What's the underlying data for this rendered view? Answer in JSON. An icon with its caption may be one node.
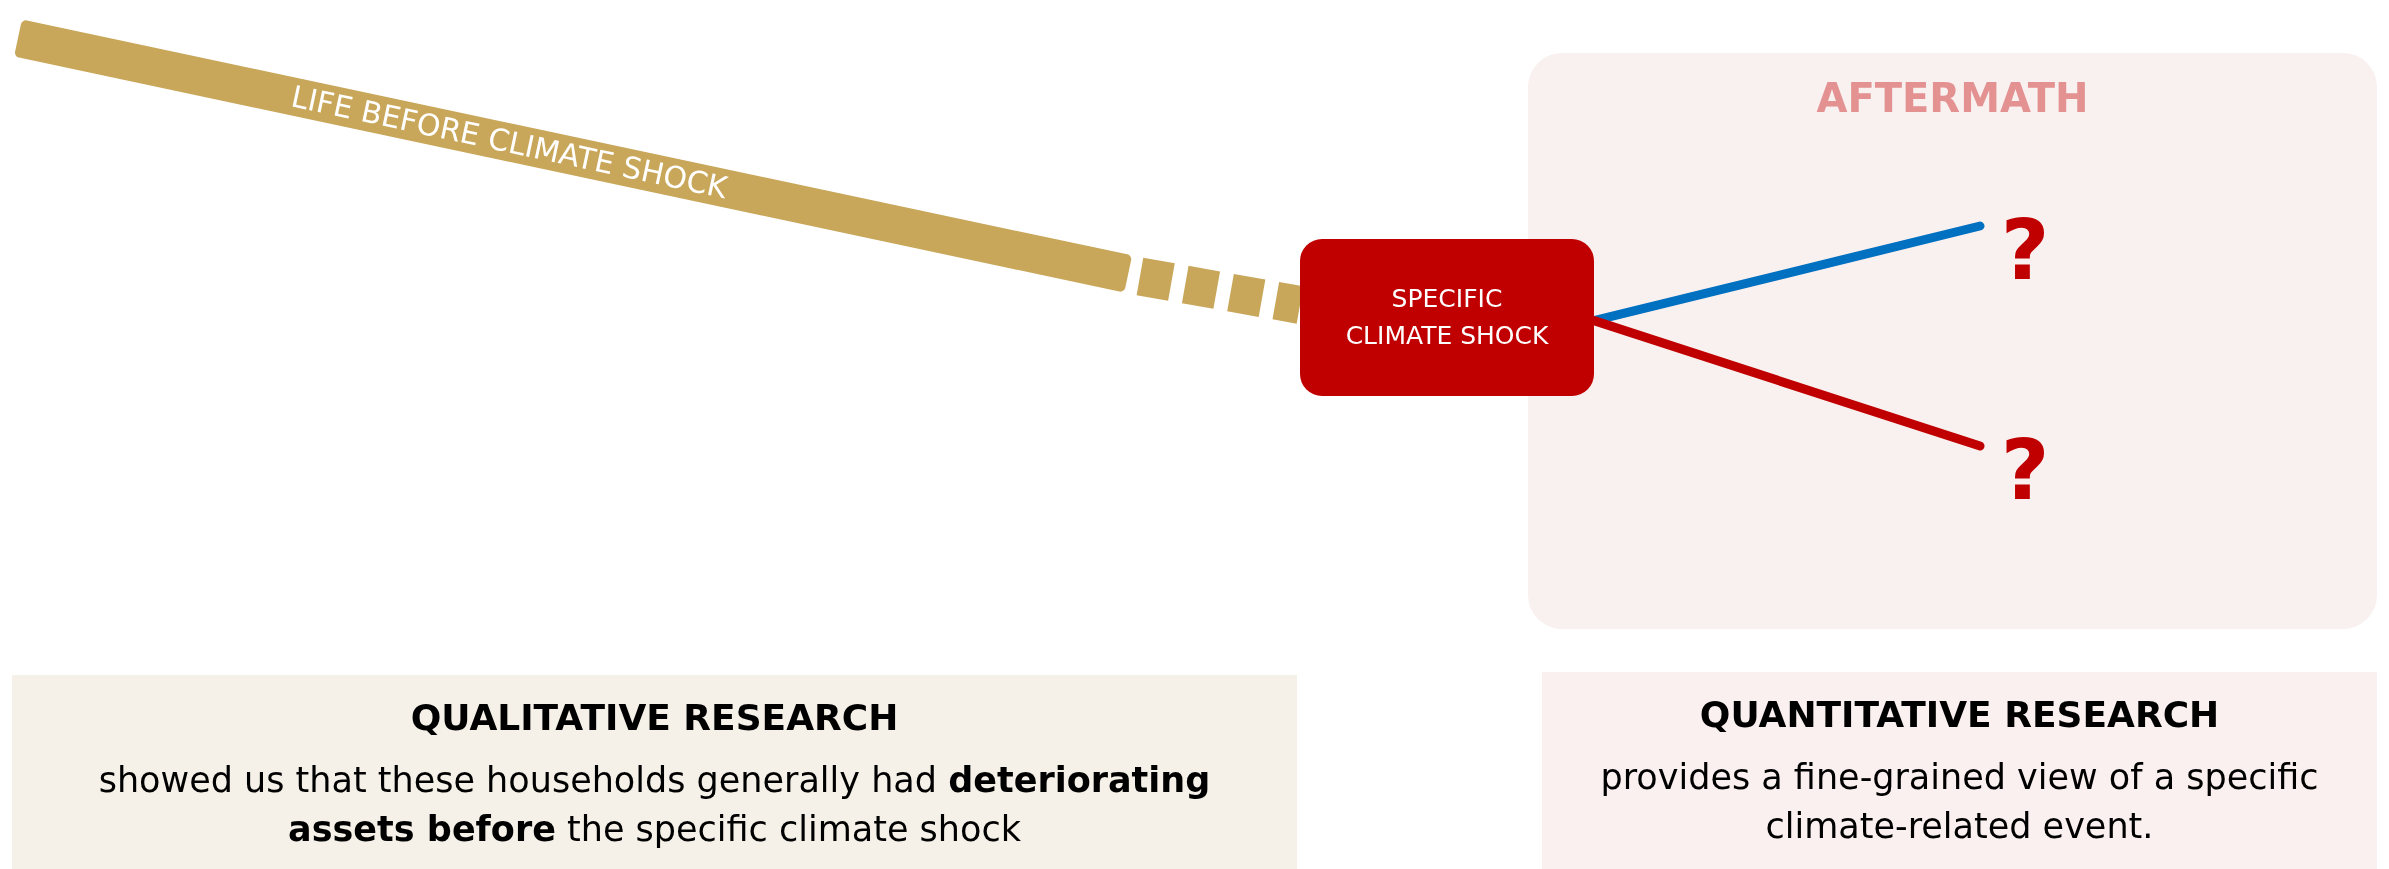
{
  "diagram": {
    "nodes": [
      {
        "text": [
          "LIFE BEFORE CLIMATE SHOCK"
        ]
      },
      {
        "text": [
          "SPECIFIC CLIMATE SHOCK"
        ]
      },
      {
        "text": [
          "AFTERMATH"
        ]
      },
      {
        "text": [
          "?"
        ],
        "in": 2
      },
      {
        "text": [
          "?"
        ],
        "in": 2
      },
      {
        "text": [
          "QUALITATIVE RESEARCH",
          "showed us that these households generally had **deteriorating assets before** the specific climate shock"
        ]
      },
      {
        "text": [
          "QUANTITATIVE RESEARCH",
          "provides a fine-grained view of a specific climate-related event."
        ]
      }
    ],
    "edges": [
      {
        "from": 0,
        "to": 1,
        "arrow": "none",
        "style": "dashed",
        "color": "#c9a75a"
      },
      {
        "from": 1,
        "to": 3,
        "arrow": "none",
        "color": "#0070c0"
      },
      {
        "from": 1,
        "to": 4,
        "arrow": "none",
        "color": "#c00000"
      }
    ]
  }
}
